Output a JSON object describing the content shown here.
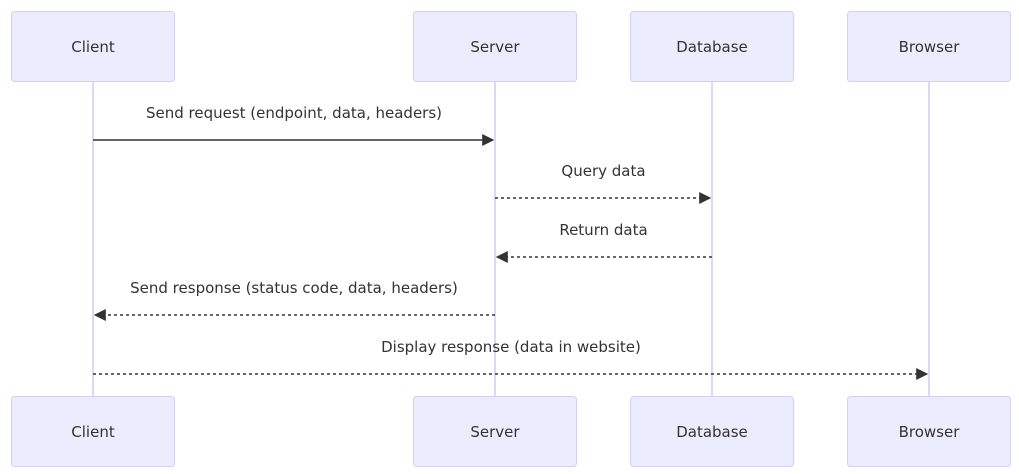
{
  "participants": [
    {
      "id": "client",
      "label": "Client"
    },
    {
      "id": "server",
      "label": "Server"
    },
    {
      "id": "database",
      "label": "Database"
    },
    {
      "id": "browser",
      "label": "Browser"
    }
  ],
  "messages": [
    {
      "from": "client",
      "to": "server",
      "label": "Send request (endpoint, data, headers)",
      "style": "solid"
    },
    {
      "from": "server",
      "to": "database",
      "label": "Query data",
      "style": "dashed"
    },
    {
      "from": "database",
      "to": "server",
      "label": "Return data",
      "style": "dashed"
    },
    {
      "from": "server",
      "to": "client",
      "label": "Send response (status code, data, headers)",
      "style": "dashed"
    },
    {
      "from": "client",
      "to": "browser",
      "label": "Display response (data in website)",
      "style": "dashed"
    }
  ],
  "colors": {
    "actor_fill": "#ececff",
    "actor_border": "#d3cff3",
    "lifeline": "#dcd8f5",
    "text": "#333333",
    "arrow": "#333333"
  }
}
